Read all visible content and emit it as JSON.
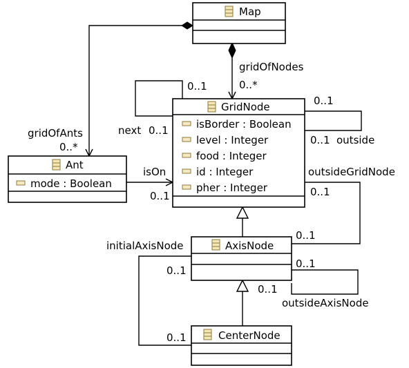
{
  "classes": {
    "map": {
      "name": "Map"
    },
    "grid_node": {
      "name": "GridNode",
      "attributes": [
        "isBorder : Boolean",
        "level : Integer",
        "food : Integer",
        "id : Integer",
        "pher : Integer"
      ]
    },
    "ant": {
      "name": "Ant",
      "attributes": [
        "mode : Boolean"
      ]
    },
    "axis_node": {
      "name": "AxisNode"
    },
    "center_node": {
      "name": "CenterNode"
    }
  },
  "associations": {
    "grid_of_ants": {
      "role": "gridOfAnts",
      "multiplicity": "0..*"
    },
    "grid_of_nodes": {
      "role": "gridOfNodes",
      "multiplicity": "0..*"
    },
    "next": {
      "role": "next",
      "multiplicity_a": "0..1",
      "multiplicity_b": "0..1"
    },
    "outside": {
      "role": "outside",
      "multiplicity_a": "0..1",
      "multiplicity_b": "0..1"
    },
    "is_on": {
      "role": "isOn",
      "multiplicity": "0..1"
    },
    "outside_grid_node": {
      "role": "outsideGridNode",
      "multiplicity_a": "0..1",
      "multiplicity_b": "0..1"
    },
    "initial_axis_node": {
      "role": "initialAxisNode",
      "multiplicity_a": "0..1",
      "multiplicity_b": "0..1"
    },
    "outside_axis_node": {
      "role": "outsideAxisNode",
      "multiplicity_a": "0..1",
      "multiplicity_b": "0..1"
    }
  }
}
